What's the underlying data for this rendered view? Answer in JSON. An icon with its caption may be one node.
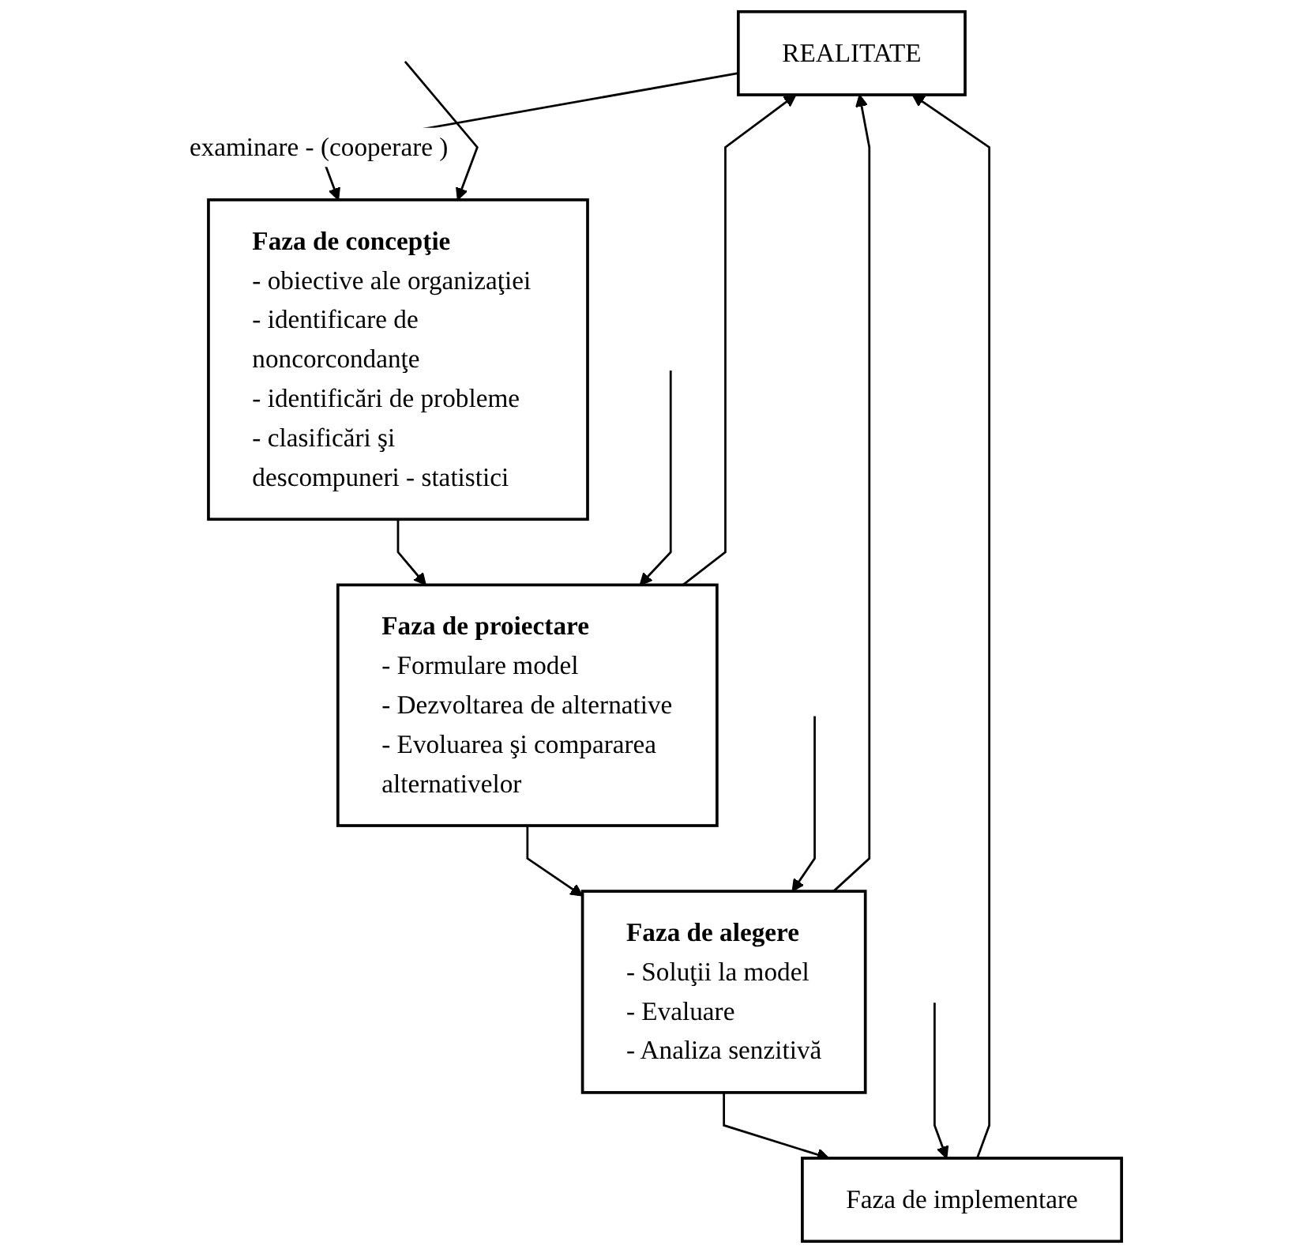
{
  "diagram": {
    "nodes": [
      {
        "text": [
          "REALITATE"
        ]
      },
      {
        "text": [
          "Faza de concepţie",
          "- obiective ale organizaţiei",
          "- identificare de noncorcondanţe",
          "- identificări de probleme",
          "- clasificări şi descompuneri - statistici"
        ]
      },
      {
        "text": [
          "Faza de proiectare",
          "- Formulare model",
          "- Dezvoltarea de alternative",
          "- Evoluarea şi compararea alternativelor"
        ]
      },
      {
        "text": [
          "Faza de alegere",
          "- Soluţii la model",
          "- Evaluare",
          "- Analiza senzitivă"
        ]
      },
      {
        "text": [
          "Faza de implementare"
        ]
      }
    ],
    "edges": [
      {
        "from": 0,
        "to": 1,
        "arrow": "to",
        "label": "examinare - (cooperare )"
      },
      {
        "from": 1,
        "to": 2,
        "arrow": "to"
      },
      {
        "from": 2,
        "to": 3,
        "arrow": "to"
      },
      {
        "from": 3,
        "to": 4,
        "arrow": "to"
      },
      {
        "from": 2,
        "to": 0,
        "arrow": "to"
      },
      {
        "from": 3,
        "to": 0,
        "arrow": "to"
      },
      {
        "from": 4,
        "to": 0,
        "arrow": "to"
      },
      {
        "from": null,
        "to": 1,
        "arrow": "to"
      },
      {
        "from": null,
        "to": 2,
        "arrow": "to"
      },
      {
        "from": null,
        "to": 3,
        "arrow": "to"
      },
      {
        "from": null,
        "to": 4,
        "arrow": "to"
      }
    ]
  }
}
